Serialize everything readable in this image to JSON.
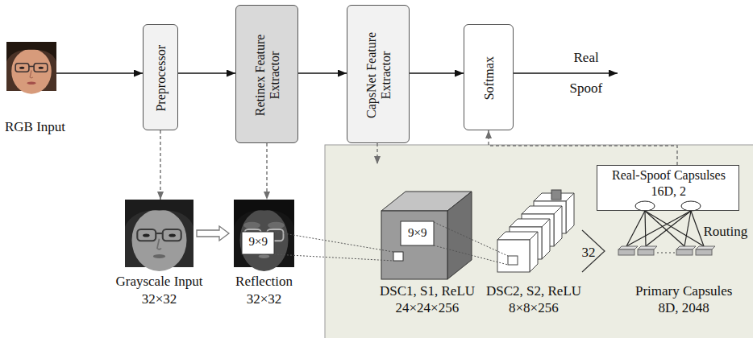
{
  "diagram": {
    "nodes": [
      {
        "text": [
          "RGB Input"
        ]
      },
      {
        "text": [
          "Preprocessor"
        ]
      },
      {
        "text": [
          "Retinex Feature Extractor"
        ]
      },
      {
        "text": [
          "CapsNet Feature Extractor"
        ]
      },
      {
        "text": [
          "Softmax"
        ]
      },
      {
        "text": [
          "Grayscale Input",
          "32×32"
        ]
      },
      {
        "text": [
          "Reflection",
          "32×32"
        ]
      },
      {
        "text": [
          "Real-Spoof Capsulses",
          "16D, 2"
        ]
      }
    ],
    "edges": [
      {
        "from": 0,
        "to": 1,
        "arrow": "to"
      },
      {
        "from": 1,
        "to": 2,
        "arrow": "to"
      },
      {
        "from": 2,
        "to": 3,
        "arrow": "to"
      },
      {
        "from": 3,
        "to": 4,
        "arrow": "to"
      },
      {
        "from": 1,
        "to": 5,
        "arrow": "to"
      },
      {
        "from": 5,
        "to": 6,
        "arrow": "to"
      },
      {
        "from": 2,
        "to": 6,
        "arrow": "to"
      },
      {
        "from": 7,
        "to": 4,
        "arrow": "to"
      }
    ],
    "labels": [
      "Real",
      "Spoof",
      "9×9",
      "9×9",
      "DSC1, S1, ReLU",
      "24×24×256",
      "DSC2, S2, ReLU",
      "8×8×256",
      "32",
      "Primary Capsules",
      "8D, 2048",
      "Routing"
    ]
  }
}
